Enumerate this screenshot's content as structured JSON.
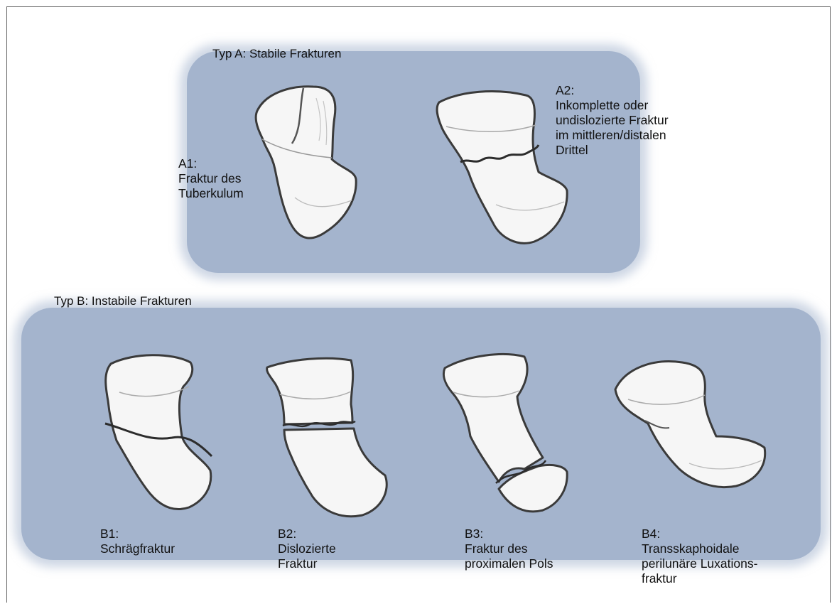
{
  "group_a": {
    "title": "Typ A: Stabile Frakturen",
    "items": [
      {
        "label": "A1:\nFraktur des\nTuberkulum"
      },
      {
        "label": "A2:\nInkomplette oder\nundislozierte Fraktur\nim mittleren/distalen\nDrittel"
      }
    ]
  },
  "group_b": {
    "title": "Typ B: Instabile Frakturen",
    "items": [
      {
        "label": "B1:\nSchrägfraktur"
      },
      {
        "label": "B2:\nDislozierte\nFraktur"
      },
      {
        "label": "B3:\nFraktur des\nproximalen Pols"
      },
      {
        "label": "B4:\nTransskaphoidale\nperilunäre Luxations-\nfraktur"
      }
    ]
  }
}
